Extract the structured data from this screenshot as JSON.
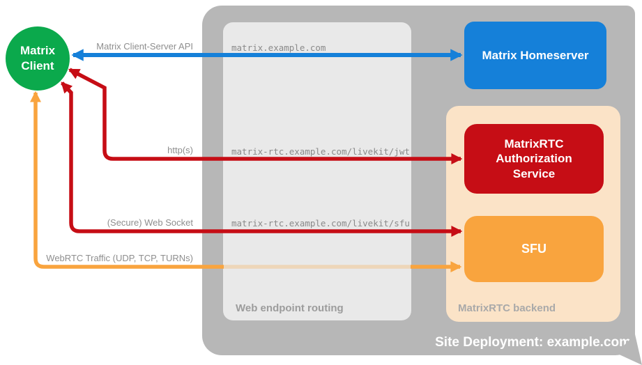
{
  "diagram": {
    "site_title": "Site Deployment: example.com"
  },
  "client": {
    "label": "Matrix Client"
  },
  "homeserver": {
    "label": "Matrix Homeserver"
  },
  "backend": {
    "label": "MatrixRTC backend",
    "auth_service": {
      "label": "MatrixRTC Authorization Service"
    },
    "sfu": {
      "label": "SFU"
    }
  },
  "routing": {
    "label": "Web endpoint routing",
    "endpoints": {
      "homeserver": "matrix.example.com",
      "jwt": "matrix-rtc.example.com/livekit/jwt",
      "sfu": "matrix-rtc.example.com/livekit/sfu"
    }
  },
  "connections": {
    "client_server_api": {
      "label": "Matrix Client-Server API",
      "color": "#1580d9"
    },
    "http": {
      "label": "http(s)",
      "color": "#c60d15"
    },
    "websocket": {
      "label": "(Secure) Web Socket",
      "color": "#c60d15"
    },
    "webrtc": {
      "label": "WebRTC Traffic (UDP, TCP, TURNs)",
      "color": "#f9a43e"
    }
  },
  "colors": {
    "client_green": "#0ba94c",
    "homeserver_blue": "#1580d9",
    "auth_red": "#c60d15",
    "sfu_orange": "#f9a43e",
    "backend_peach": "#fbe3c7",
    "container_gray": "#b7b7b7",
    "routing_gray": "#e9e9e9",
    "label_gray": "#8e8e8e",
    "text_white": "#ffffff"
  }
}
